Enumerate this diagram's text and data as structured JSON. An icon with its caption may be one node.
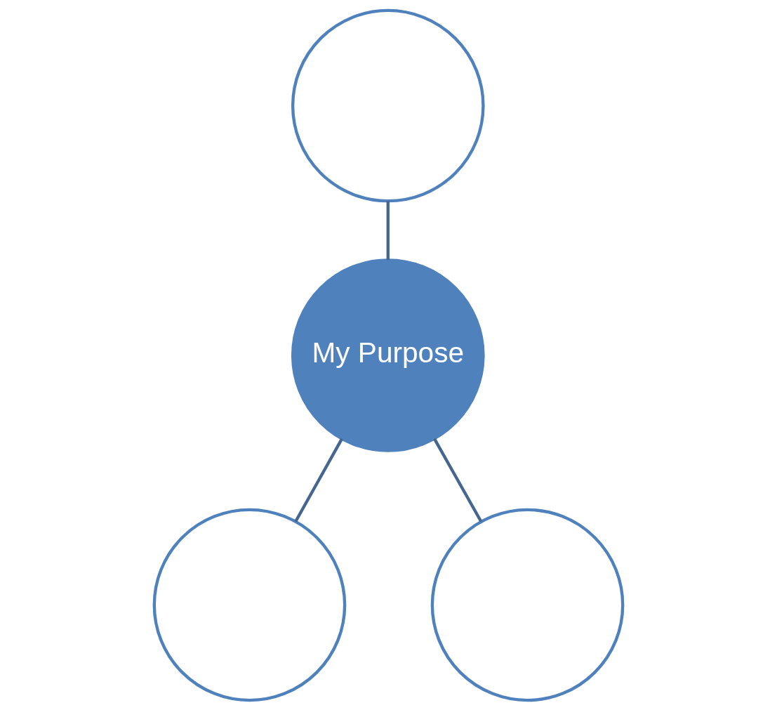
{
  "diagram": {
    "nodes": [
      {
        "text": [],
        "shape": "circle"
      },
      {
        "text": [
          "My Purpose"
        ]
      },
      {
        "text": [],
        "shape": "circle"
      },
      {
        "text": [],
        "shape": "circle"
      }
    ],
    "edges": [
      {
        "from": 0,
        "to": 1,
        "arrow": "none"
      },
      {
        "from": 1,
        "to": 2,
        "arrow": "none"
      },
      {
        "from": 1,
        "to": 3,
        "arrow": "none"
      }
    ]
  }
}
